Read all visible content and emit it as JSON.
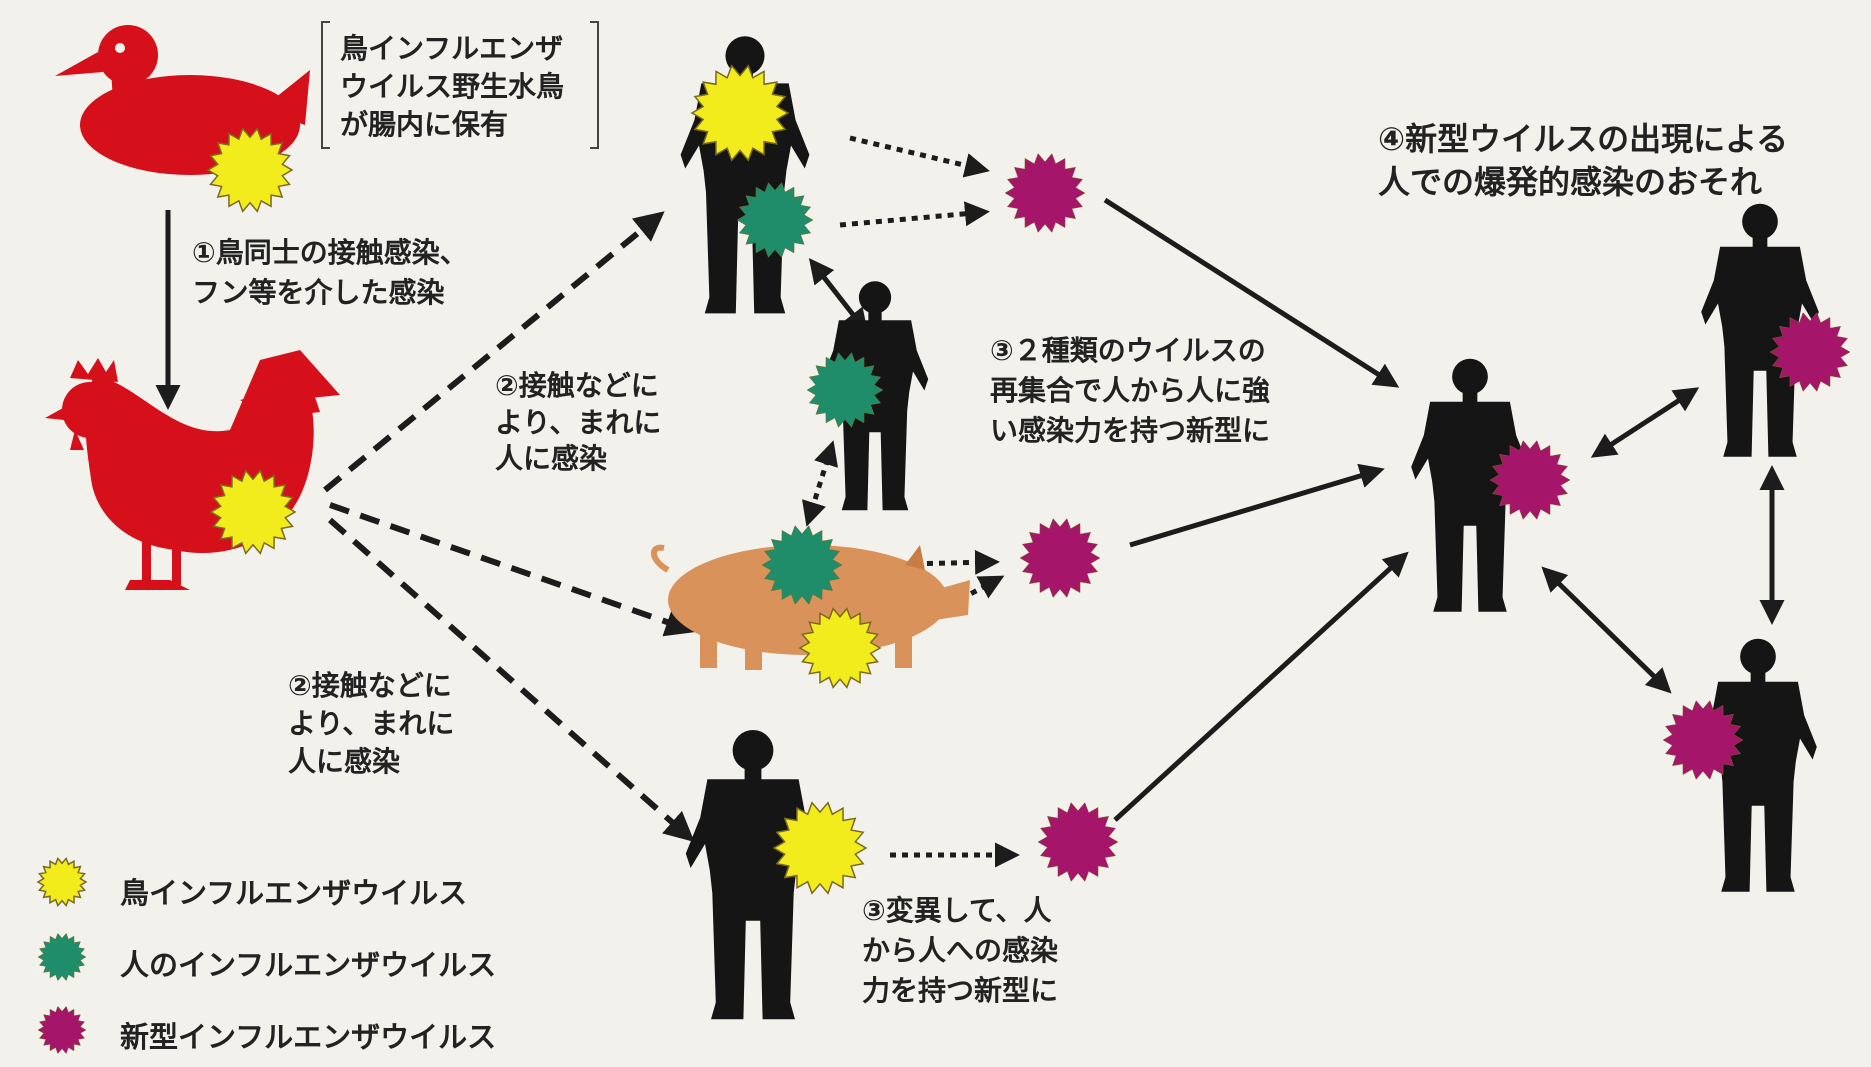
{
  "colors": {
    "background": "#f3f1ec",
    "bird": "#d6101b",
    "avian_virus": "#f2ec1c",
    "human_virus": "#1f8c6a",
    "new_virus": "#a5166a",
    "human": "#151515",
    "pig": "#d9935a"
  },
  "duck_note": [
    "鳥インフルエンザ",
    "ウイルス野生水鳥",
    "が腸内に保有"
  ],
  "step1": [
    "①鳥同士の接触感染、",
    "フン等を介した感染"
  ],
  "step2_upper": [
    "②接触などに",
    "より、まれに",
    "人に感染"
  ],
  "step2_lower": [
    "②接触などに",
    "より、まれに",
    "人に感染"
  ],
  "step3_reassort": [
    "③２種類のウイルスの",
    "再集合で人から人に強",
    "い感染力を持つ新型に"
  ],
  "step3_mutate": [
    "③変異して、人",
    "から人への感染",
    "力を持つ新型に"
  ],
  "step4": [
    "④新型ウイルスの出現による",
    "人での爆発的感染のおそれ"
  ],
  "legend": [
    {
      "label": "鳥インフルエンザウイルス",
      "virus": "avian"
    },
    {
      "label": "人のインフルエンザウイルス",
      "virus": "human"
    },
    {
      "label": "新型インフルエンザウイルス",
      "virus": "new"
    }
  ],
  "icons": [
    "duck-icon",
    "rooster-icon",
    "pig-icon",
    "person-icon",
    "avian-virus-icon",
    "human-virus-icon",
    "new-virus-icon"
  ]
}
